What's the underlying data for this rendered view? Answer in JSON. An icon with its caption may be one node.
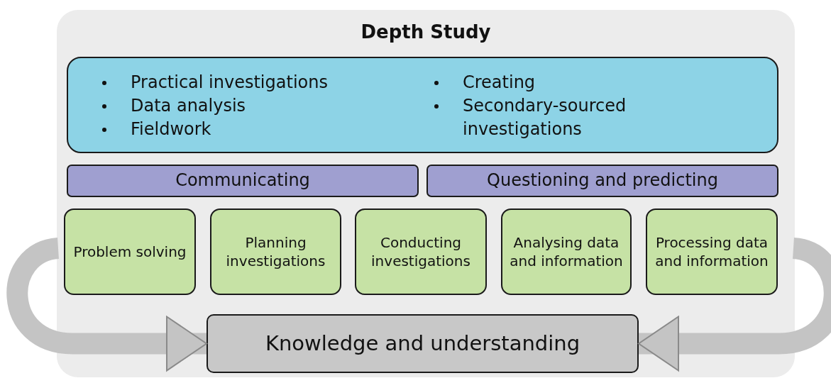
{
  "diagram": {
    "nodes": [
      {
        "text": [
          "Depth Study"
        ]
      },
      {
        "text": [
          "Practical investigations",
          "Data analysis",
          "Fieldwork",
          "Creating",
          "Secondary-sourced investigations"
        ],
        "in": 0
      },
      {
        "text": [
          "Communicating"
        ],
        "in": 0
      },
      {
        "text": [
          "Questioning and predicting"
        ],
        "in": 0
      },
      {
        "text": [
          "Problem solving"
        ],
        "in": 0
      },
      {
        "text": [
          "Planning investigations"
        ],
        "in": 0
      },
      {
        "text": [
          "Conducting investigations"
        ],
        "in": 0
      },
      {
        "text": [
          "Analysing data and information"
        ],
        "in": 0
      },
      {
        "text": [
          "Processing data and information"
        ],
        "in": 0
      },
      {
        "text": [
          "Knowledge and understanding"
        ],
        "in": 0
      }
    ],
    "edges": [
      {
        "from": null,
        "to": 9,
        "arrow": "to"
      },
      {
        "from": null,
        "to": 9,
        "arrow": "to"
      }
    ]
  }
}
